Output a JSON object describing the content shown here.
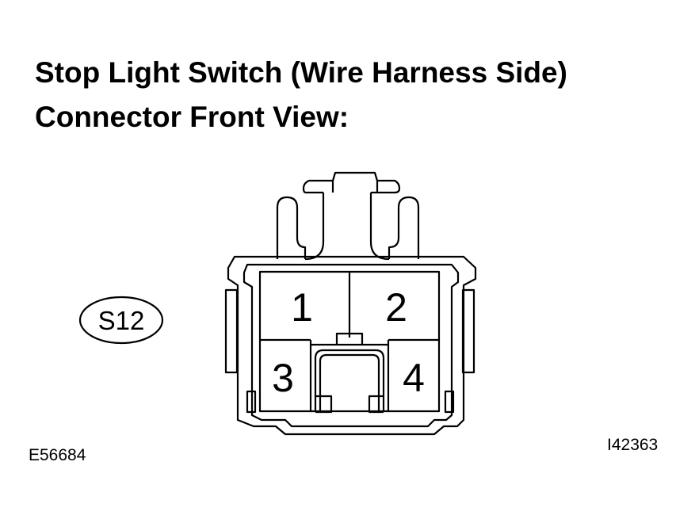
{
  "title": {
    "line1": "Stop Light Switch (Wire Harness Side)",
    "line2": "Connector Front View:"
  },
  "connector": {
    "id": "S12",
    "pins": [
      "1",
      "2",
      "3",
      "4"
    ]
  },
  "codes": {
    "left": "E56684",
    "right": "I42363"
  }
}
